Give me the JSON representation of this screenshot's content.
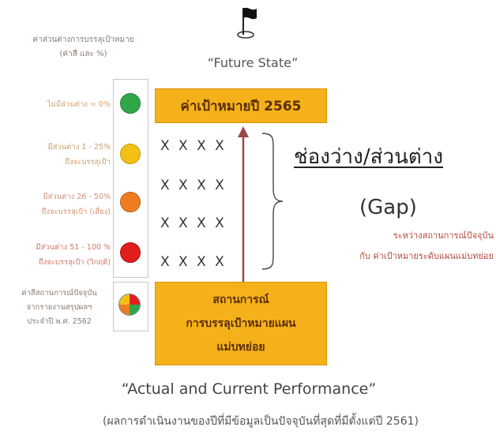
{
  "future_state": "“Future State”",
  "legend": {
    "title_line1": "ค่าส่วนต่างการบรรลุเป้าหมาย",
    "title_line2": "(ค่าสี และ %)",
    "items": [
      {
        "line1": "ไม่มีส่วนต่าง = 0%",
        "line2": "",
        "color": "#2fa84a"
      },
      {
        "line1": "มีส่วนต่าง 1 - 25%",
        "line2": "ถึงจะบรรลุเป้า",
        "color": "#f3c116"
      },
      {
        "line1": "มีส่วนต่าง 26 - 50%",
        "line2": "ถึงจะบรรลุเป้า (เสี่ยง)",
        "color": "#ee7d22"
      },
      {
        "line1": "มีส่วนต่าง 51 - 100 %",
        "line2": "ถึงจะบรรลุเป้า (วิกฤติ)",
        "color": "#e21e1e"
      }
    ],
    "status_line1": "ค่าสีสถานการณ์ปัจจุบัน",
    "status_line2": "จากรายงานสรุปผลฯ",
    "status_line3": "ประจำปี พ.ศ. 2562"
  },
  "target_box": "ค่าเป้าหมายปี 2565",
  "x_rows": [
    "XXXX",
    "XXXX",
    "XXXX",
    "XXXX"
  ],
  "gap": {
    "title": "ช่องว่าง/ส่วนต่าง",
    "paren": "(Gap)",
    "note_line1": "ระหว่างสถานการณ์ปัจจุบัน",
    "note_line2": "กับ ค่าเป้าหมายระดับแผนแม่บทย่อย"
  },
  "current_box": {
    "line1": "สถานการณ์",
    "line2": "การบรรลุเป้าหมายแผน",
    "line3": "แม่บทย่อย"
  },
  "actual": "“Actual and Current Performance”",
  "footnote": "(ผลการดำเนินงานของปีที่มีข้อมูลเป็นปัจจุบันที่สุดที่มีตั้งแต่ปี 2561)"
}
